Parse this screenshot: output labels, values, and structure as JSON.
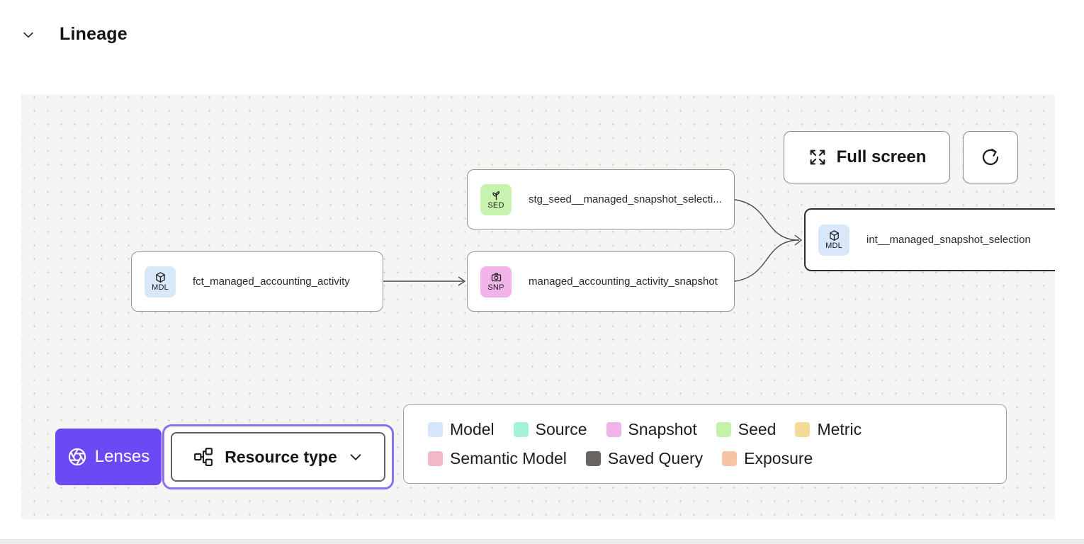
{
  "header": {
    "title": "Lineage",
    "collapse_icon": "chevron-down"
  },
  "canvas": {
    "toolbar": {
      "full_screen_label": "Full screen",
      "refresh_icon": "refresh-icon",
      "fullscreen_icon": "expand-icon"
    },
    "nodes": [
      {
        "id": "stg_seed",
        "badge": "SED",
        "badge_color": "#c8f3ae",
        "icon": "seed-sprout-icon",
        "label": "stg_seed__managed_snapshot_selecti...",
        "selected": false
      },
      {
        "id": "fct",
        "badge": "MDL",
        "badge_color": "#d9e7fb",
        "icon": "model-cube-icon",
        "label": "fct_managed_accounting_activity",
        "selected": false
      },
      {
        "id": "snapshot",
        "badge": "SNP",
        "badge_color": "#f2b3eb",
        "icon": "snapshot-camera-icon",
        "label": "managed_accounting_activity_snapshot",
        "selected": false
      },
      {
        "id": "int",
        "badge": "MDL",
        "badge_color": "#d9e7fb",
        "icon": "model-cube-icon",
        "label": "int__managed_snapshot_selection",
        "selected": true
      }
    ],
    "lenses": {
      "label": "Lenses",
      "color": "#6b4af3",
      "icon": "aperture-icon"
    },
    "resource_type": {
      "label": "Resource type",
      "icon": "resource-graph-icon",
      "state": "focused",
      "focus_ring_color": "#8a70f0"
    },
    "legend": [
      {
        "label": "Model",
        "color": "#d5e5fa"
      },
      {
        "label": "Source",
        "color": "#a5f2dc"
      },
      {
        "label": "Snapshot",
        "color": "#f0b3ea"
      },
      {
        "label": "Seed",
        "color": "#c5f2ab"
      },
      {
        "label": "Metric",
        "color": "#f4db97"
      },
      {
        "label": "Semantic Model",
        "color": "#f2b8c6"
      },
      {
        "label": "Saved Query",
        "color": "#6b6561"
      },
      {
        "label": "Exposure",
        "color": "#f6c4a5"
      }
    ]
  }
}
